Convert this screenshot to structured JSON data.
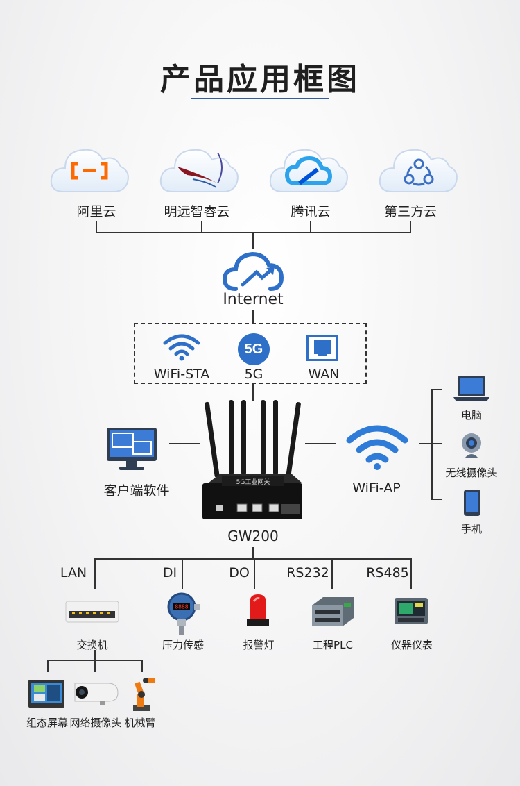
{
  "title": "产品应用框图",
  "clouds": [
    "阿里云",
    "明远智睿云",
    "腾讯云",
    "第三方云"
  ],
  "internet": "Internet",
  "links": {
    "wifi_sta": "WiFi-STA",
    "g5": "5G",
    "g5_badge": "5G",
    "wan": "WAN"
  },
  "device": {
    "name": "GW200",
    "panel_text": "5G工业网关"
  },
  "left": {
    "software": "客户端软件"
  },
  "right": {
    "wifi_ap": "WiFi-AP",
    "computer": "电脑",
    "camera": "无线摄像头",
    "phone": "手机"
  },
  "ports": [
    "LAN",
    "DI",
    "DO",
    "RS232",
    "RS485"
  ],
  "devices": [
    "交换机",
    "压力传感",
    "报警灯",
    "工程PLC",
    "仪器仪表"
  ],
  "lan_devices": [
    "组态屏幕",
    "网络摄像头",
    "机械臂"
  ],
  "colors": {
    "accent": "#2e5da8",
    "cloud_blue": "#4a7fd0",
    "alibaba": "#ff6a00",
    "tencent": "#2ca3ea"
  }
}
